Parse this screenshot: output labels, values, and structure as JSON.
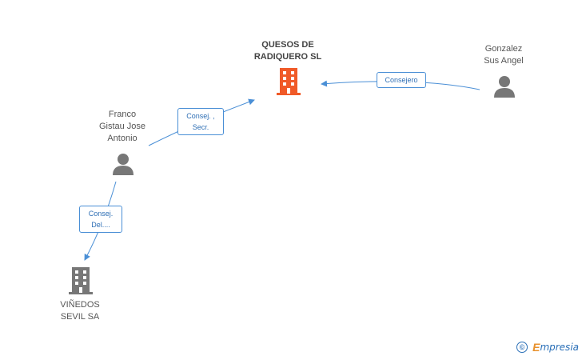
{
  "nodes": {
    "quesos": {
      "name": "QUESOS DE\nRADIQUERO SL",
      "icon": "building-icon",
      "color": "#f05a28"
    },
    "gonzalez": {
      "name": "Gonzalez\nSus Angel",
      "icon": "person-icon",
      "color": "#777777"
    },
    "franco": {
      "name": "Franco\nGistau Jose\nAntonio",
      "icon": "person-icon",
      "color": "#777777"
    },
    "vinedos": {
      "name": "VIÑEDOS\nSEVIL SA",
      "icon": "building-icon",
      "color": "#777777"
    }
  },
  "edges": {
    "gonzalez_quesos": {
      "label": "Consejero"
    },
    "franco_quesos": {
      "label": "Consej. ,\nSecr."
    },
    "franco_vinedos": {
      "label": "Consej.\nDel...."
    }
  },
  "colors": {
    "edge": "#4a8fd6",
    "accent": "#f05a28",
    "brand_orange": "#e8912d",
    "brand_blue": "#2a6fb7"
  },
  "footer": {
    "copyright_symbol": "©",
    "brand_first": "E",
    "brand_rest": "mpresia"
  }
}
